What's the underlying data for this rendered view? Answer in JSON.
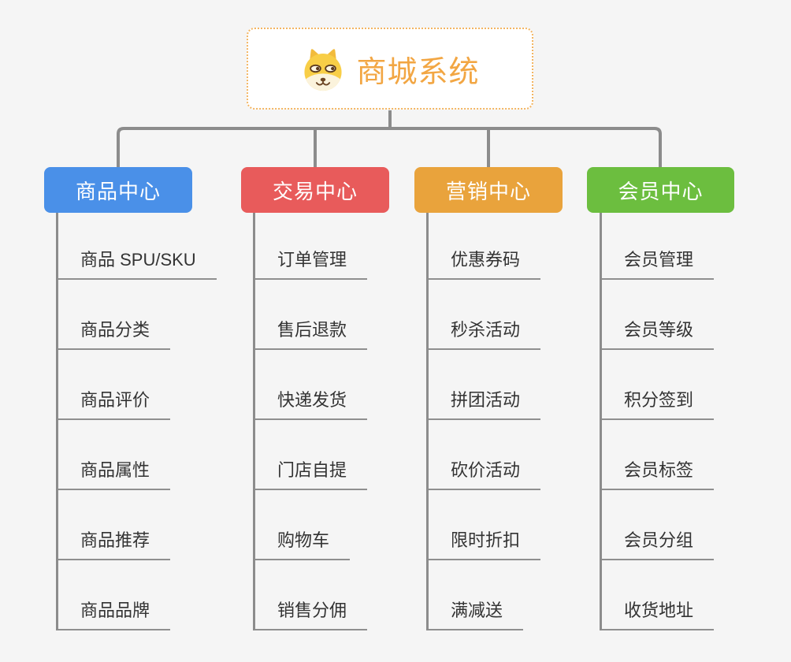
{
  "canvas": {
    "background_color": "#F5F5F5",
    "connector_color": "#8C8C8C"
  },
  "root": {
    "title": "商城系统",
    "icon": "doge-face",
    "title_color": "#F2A643",
    "border_color": "#F3B562"
  },
  "branches": [
    {
      "label": "商品中心",
      "color": "#4A90E8",
      "children": [
        "商品 SPU/SKU",
        "商品分类",
        "商品评价",
        "商品属性",
        "商品推荐",
        "商品品牌"
      ]
    },
    {
      "label": "交易中心",
      "color": "#E85B5B",
      "children": [
        "订单管理",
        "售后退款",
        "快递发货",
        "门店自提",
        "购物车",
        "销售分佣"
      ]
    },
    {
      "label": "营销中心",
      "color": "#E9A33C",
      "children": [
        "优惠券码",
        "秒杀活动",
        "拼团活动",
        "砍价活动",
        "限时折扣",
        "满减送"
      ]
    },
    {
      "label": "会员中心",
      "color": "#6CBE3F",
      "children": [
        "会员管理",
        "会员等级",
        "积分签到",
        "会员标签",
        "会员分组",
        "收货地址"
      ]
    }
  ]
}
